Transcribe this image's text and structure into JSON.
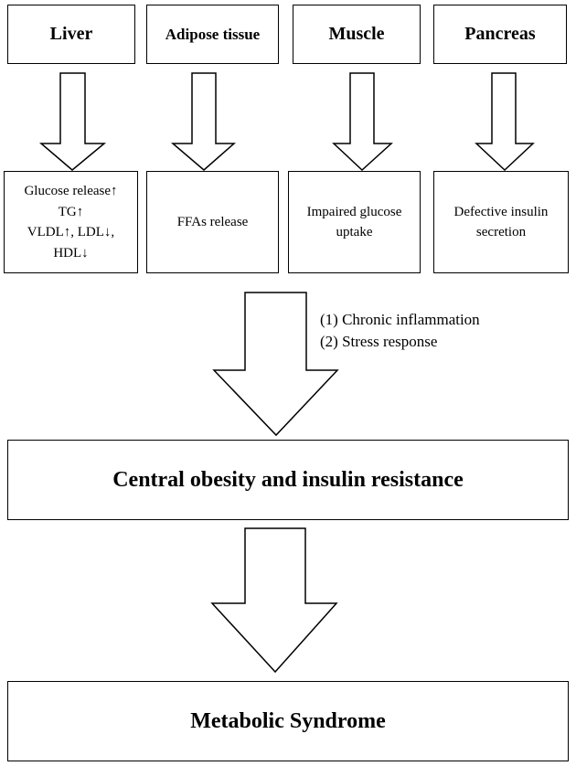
{
  "organs": [
    {
      "label": "Liver"
    },
    {
      "label": "Adipose tissue"
    },
    {
      "label": "Muscle"
    },
    {
      "label": "Pancreas"
    }
  ],
  "effects": [
    {
      "lines": [
        "Glucose release↑",
        "TG↑",
        "VLDL↑, LDL↓,",
        "HDL↓"
      ]
    },
    {
      "lines": [
        "FFAs release"
      ]
    },
    {
      "lines": [
        "Impaired glucose",
        "uptake"
      ]
    },
    {
      "lines": [
        "Defective insulin",
        "secretion"
      ]
    }
  ],
  "mechanisms": [
    "(1) Chronic inflammation",
    "(2) Stress response"
  ],
  "central": "Central obesity and insulin resistance",
  "outcome": "Metabolic Syndrome"
}
